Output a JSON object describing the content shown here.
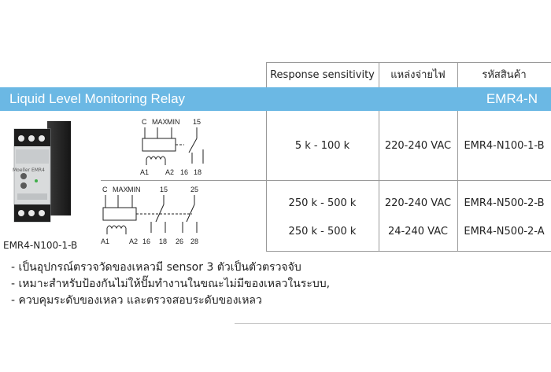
{
  "table": {
    "headers": {
      "sensitivity": "Response sensitivity",
      "power": "แหล่งจ่ายไฟ",
      "code": "รหัสสินค้า"
    },
    "band": {
      "title": "Liquid Level Monitoring Relay",
      "code": "EMR4-N"
    },
    "rows": [
      {
        "sensitivity": "5 k - 100 k",
        "power": "220-240 VAC",
        "code": "EMR4-N100-1-B"
      },
      {
        "sensitivity": "250 k - 500 k",
        "power": "220-240 VAC",
        "code": "EMR4-N500-2-B"
      },
      {
        "sensitivity": "250 k - 500 k",
        "power": "24-240 VAC",
        "code": "EMR4-N500-2-A"
      }
    ]
  },
  "product": {
    "caption": "EMR4-N100-1-B",
    "label": "Moeller EMR4"
  },
  "diagram1": {
    "labels": {
      "c": "C",
      "max": "MAX",
      "min": "MIN",
      "t15": "15",
      "a1": "A1",
      "a2": "A2",
      "t16": "16",
      "t18": "18"
    }
  },
  "diagram2": {
    "labels": {
      "c": "C",
      "max": "MAX",
      "min": "MIN",
      "t15": "15",
      "t25": "25",
      "a1": "A1",
      "a2": "A2",
      "t16": "16",
      "t18": "18",
      "t26": "26",
      "t28": "28"
    }
  },
  "bullets": [
    "- เป็นอุปกรณ์ตรวจวัดของเหลวมี sensor 3 ตัวเป็นตัวตรวจจับ",
    "- เหมาะสำหรับป้องกันไม่ให้ปั๊มทำงานในขณะไม่มีของเหลวในระบบ,",
    "- ควบคุมระดับของเหลว และตรวจสอบระดับของเหลว"
  ]
}
